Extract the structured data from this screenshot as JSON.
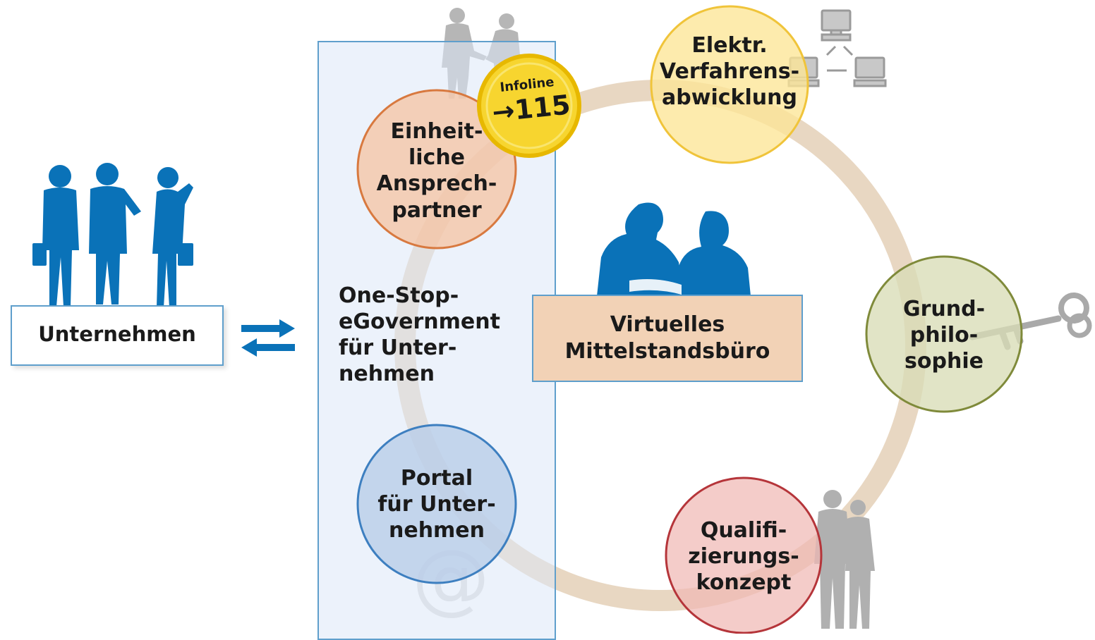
{
  "left": {
    "label": "Unternehmen"
  },
  "center_panel": {
    "lines": [
      "One-Stop-",
      "eGovernment",
      "für Unter-",
      "nehmen"
    ]
  },
  "nodes": {
    "ansprechpartner": [
      "Einheit-",
      "liche",
      "Ansprech-",
      "partner"
    ],
    "portal": [
      "Portal",
      "für Unter-",
      "nehmen"
    ],
    "verfahren": [
      "Elektr.",
      "Verfahrens-",
      "abwicklung"
    ],
    "grundphilosophie": [
      "Grund-",
      "philo-",
      "sophie"
    ],
    "qualifizierung": [
      "Qualifi-",
      "zierungs-",
      "konzept"
    ]
  },
  "infoline": {
    "label": "Infoline",
    "number": "115",
    "arrow": "→"
  },
  "center_box": {
    "lines": [
      "Virtuelles",
      "Mittelstandsbüro"
    ]
  },
  "colors": {
    "blue": "#0a72b8",
    "panel_bg": "#e6eef9",
    "panel_border": "#5f9fcc",
    "ring": "#e8d7c2",
    "center_box_bg": "#f2d2b6",
    "ansprech": "#f6c3a2",
    "portal": "#b9cde8",
    "verfahren": "#fde596",
    "grund": "#d9ddb6",
    "quali": "#f0b9b4",
    "infoline": "#f7d52f",
    "gray_figures": "#b6b6b6"
  }
}
